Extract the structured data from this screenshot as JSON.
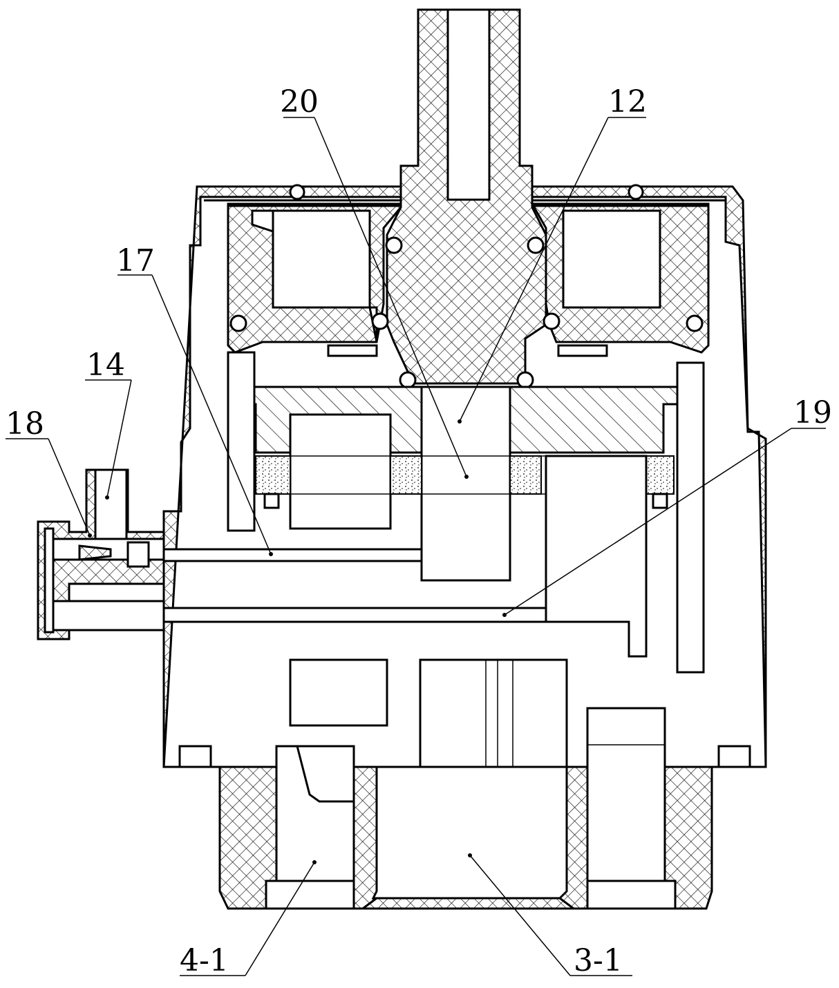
{
  "labels": {
    "l20": "20",
    "l12": "12",
    "l17": "17",
    "l14": "14",
    "l18": "18",
    "l19": "19",
    "l4_1": "4-1",
    "l3_1": "3-1"
  }
}
